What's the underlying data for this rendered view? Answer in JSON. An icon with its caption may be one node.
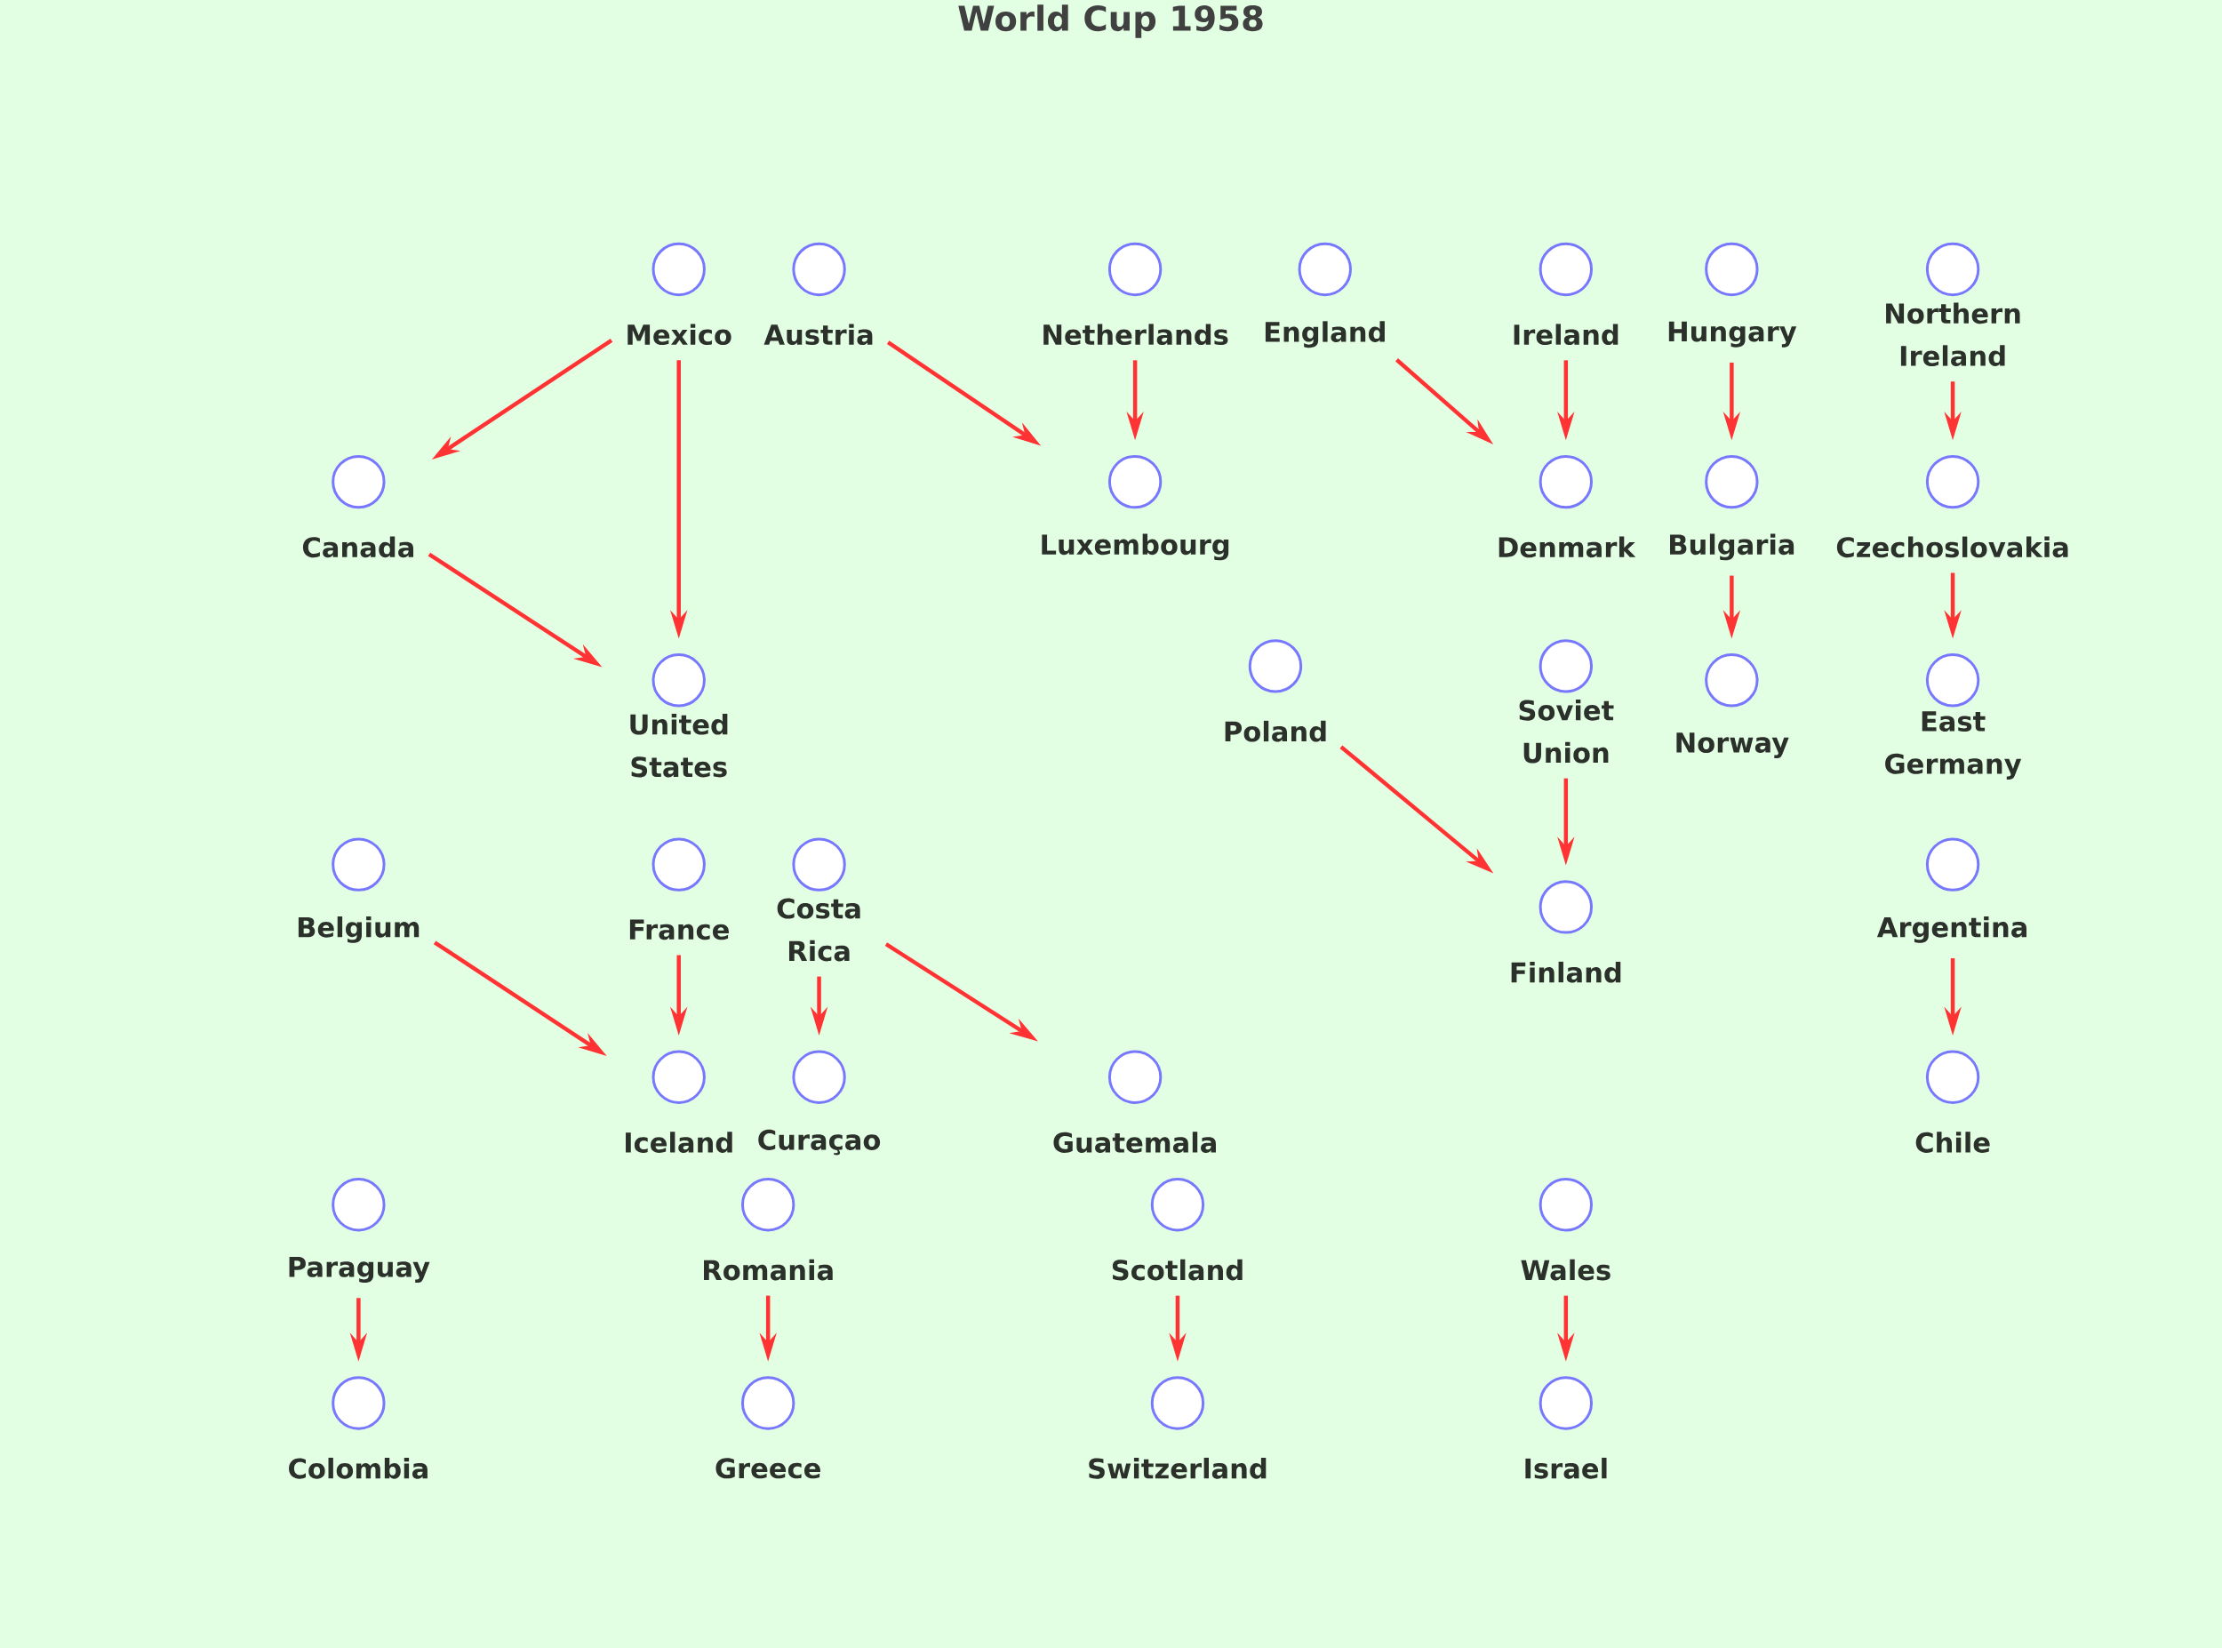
{
  "diagram": {
    "title": "World Cup 1958",
    "nodes": [
      {
        "text": [
          "Mexico"
        ]
      },
      {
        "text": [
          "Austria"
        ]
      },
      {
        "text": [
          "Netherlands"
        ]
      },
      {
        "text": [
          "England"
        ]
      },
      {
        "text": [
          "Ireland"
        ]
      },
      {
        "text": [
          "Hungary"
        ]
      },
      {
        "text": [
          "Northern Ireland"
        ]
      },
      {
        "text": [
          "Canada"
        ]
      },
      {
        "text": [
          "Luxembourg"
        ]
      },
      {
        "text": [
          "Denmark"
        ]
      },
      {
        "text": [
          "Bulgaria"
        ]
      },
      {
        "text": [
          "Czechoslovakia"
        ]
      },
      {
        "text": [
          "Poland"
        ]
      },
      {
        "text": [
          "Soviet Union"
        ]
      },
      {
        "text": [
          "United States"
        ]
      },
      {
        "text": [
          "Norway"
        ]
      },
      {
        "text": [
          "East Germany"
        ]
      },
      {
        "text": [
          "Belgium"
        ]
      },
      {
        "text": [
          "France"
        ]
      },
      {
        "text": [
          "Costa Rica"
        ]
      },
      {
        "text": [
          "Argentina"
        ]
      },
      {
        "text": [
          "Finland"
        ]
      },
      {
        "text": [
          "Iceland"
        ]
      },
      {
        "text": [
          "Curaçao"
        ]
      },
      {
        "text": [
          "Guatemala"
        ]
      },
      {
        "text": [
          "Chile"
        ]
      },
      {
        "text": [
          "Paraguay"
        ]
      },
      {
        "text": [
          "Romania"
        ]
      },
      {
        "text": [
          "Scotland"
        ]
      },
      {
        "text": [
          "Wales"
        ]
      },
      {
        "text": [
          "Colombia"
        ]
      },
      {
        "text": [
          "Greece"
        ]
      },
      {
        "text": [
          "Switzerland"
        ]
      },
      {
        "text": [
          "Israel"
        ]
      }
    ],
    "edges": [
      {
        "from": 0,
        "to": 7,
        "arrow": "to"
      },
      {
        "from": 0,
        "to": 14,
        "arrow": "to"
      },
      {
        "from": 1,
        "to": 8,
        "arrow": "to"
      },
      {
        "from": 2,
        "to": 8,
        "arrow": "to"
      },
      {
        "from": 3,
        "to": 9,
        "arrow": "to"
      },
      {
        "from": 4,
        "to": 9,
        "arrow": "to"
      },
      {
        "from": 5,
        "to": 10,
        "arrow": "to"
      },
      {
        "from": 6,
        "to": 11,
        "arrow": "to"
      },
      {
        "from": 7,
        "to": 14,
        "arrow": "to"
      },
      {
        "from": 10,
        "to": 15,
        "arrow": "to"
      },
      {
        "from": 11,
        "to": 16,
        "arrow": "to"
      },
      {
        "from": 12,
        "to": 21,
        "arrow": "to"
      },
      {
        "from": 13,
        "to": 21,
        "arrow": "to"
      },
      {
        "from": 17,
        "to": 22,
        "arrow": "to"
      },
      {
        "from": 18,
        "to": 22,
        "arrow": "to"
      },
      {
        "from": 19,
        "to": 23,
        "arrow": "to"
      },
      {
        "from": 19,
        "to": 24,
        "arrow": "to"
      },
      {
        "from": 20,
        "to": 25,
        "arrow": "to"
      },
      {
        "from": 26,
        "to": 30,
        "arrow": "to"
      },
      {
        "from": 27,
        "to": 31,
        "arrow": "to"
      },
      {
        "from": 28,
        "to": 32,
        "arrow": "to"
      },
      {
        "from": 29,
        "to": 33,
        "arrow": "to"
      }
    ]
  }
}
